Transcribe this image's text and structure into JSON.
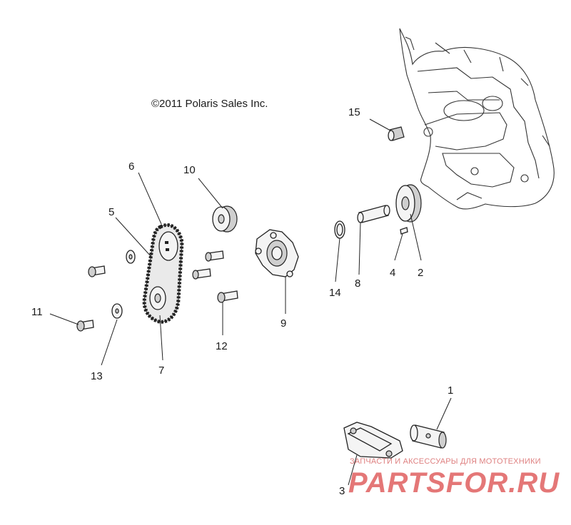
{
  "copyright": "©2011 Polaris Sales Inc.",
  "callouts": [
    {
      "id": "1",
      "label": "1"
    },
    {
      "id": "2",
      "label": "2"
    },
    {
      "id": "3",
      "label": "3"
    },
    {
      "id": "4",
      "label": "4"
    },
    {
      "id": "5",
      "label": "5"
    },
    {
      "id": "6",
      "label": "6"
    },
    {
      "id": "7",
      "label": "7"
    },
    {
      "id": "8",
      "label": "8"
    },
    {
      "id": "9",
      "label": "9"
    },
    {
      "id": "10",
      "label": "10"
    },
    {
      "id": "11",
      "label": "11"
    },
    {
      "id": "12",
      "label": "12"
    },
    {
      "id": "13",
      "label": "13"
    },
    {
      "id": "14",
      "label": "14"
    },
    {
      "id": "15",
      "label": "15"
    }
  ],
  "watermark": {
    "subtitle": "ЗАПЧАСТИ И АКСЕССУАРЫ ДЛЯ МОТОТЕХНИКИ",
    "brand": "PARTSFOR.RU",
    "color": "#e06060"
  }
}
